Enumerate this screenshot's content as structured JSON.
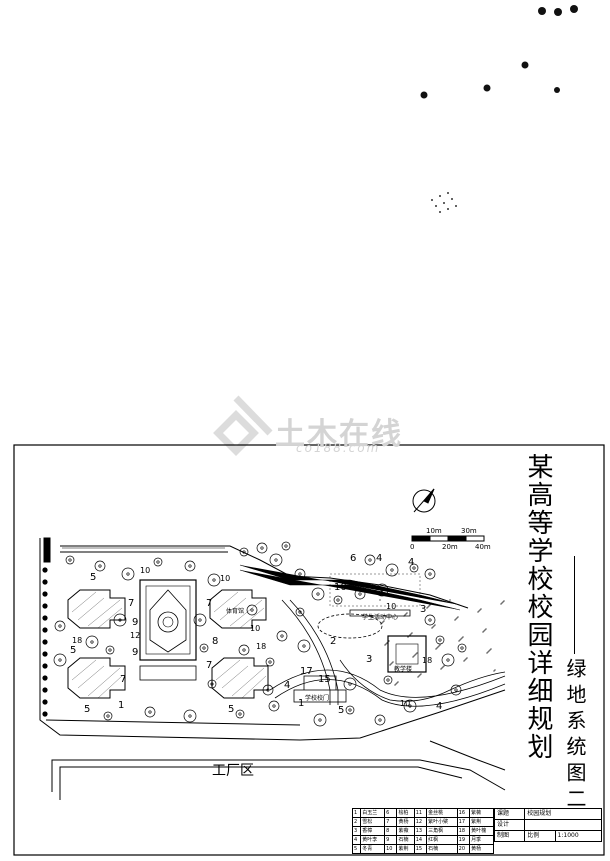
{
  "title": "某高等学校校园详细规划",
  "subtitle": "绿地系统图二",
  "factory_area": "工厂区",
  "watermark": {
    "main": "土木在线",
    "sub": "co188.com"
  },
  "scale_bar": {
    "labels": [
      "10m",
      "30m",
      "0",
      "20m",
      "40m"
    ]
  },
  "building_labels": {
    "teaching_building": "教学楼",
    "gymnasium": "体育馆",
    "dorm_service_center": "学生活动中心",
    "gate_plaza": "学校校门"
  },
  "plant_numbers": [
    "5",
    "10",
    "7",
    "9",
    "12",
    "6",
    "4",
    "3",
    "8",
    "18",
    "1",
    "2",
    "17",
    "15",
    "11",
    "16",
    "13",
    "14",
    "19",
    "20"
  ],
  "legend": [
    [
      "1",
      "白玉兰",
      "6",
      "桧柏",
      "11",
      "金丝桃",
      "16",
      "紫薇"
    ],
    [
      "2",
      "雪松",
      "7",
      "黄杨",
      "12",
      "紫叶小檗",
      "17",
      "紫荆"
    ],
    [
      "3",
      "香樟",
      "8",
      "紫薇",
      "13",
      "三角枫",
      "18",
      "黄叶槐"
    ],
    [
      "4",
      "黄叶李",
      "9",
      "石楠",
      "14",
      "红枫",
      "19",
      "月季"
    ],
    [
      "5",
      "冬青",
      "10",
      "紫荆",
      "15",
      "石楠",
      "20",
      "黄杨"
    ]
  ],
  "title_block": {
    "project_label": "课题",
    "project_value": "校园规划",
    "design_label": "设计",
    "draw_label": "制图",
    "scale_label": "比例",
    "scale_value": "1:1000"
  },
  "colors": {
    "line": "#000000",
    "watermark": "#d4d4d4",
    "background": "#ffffff"
  }
}
